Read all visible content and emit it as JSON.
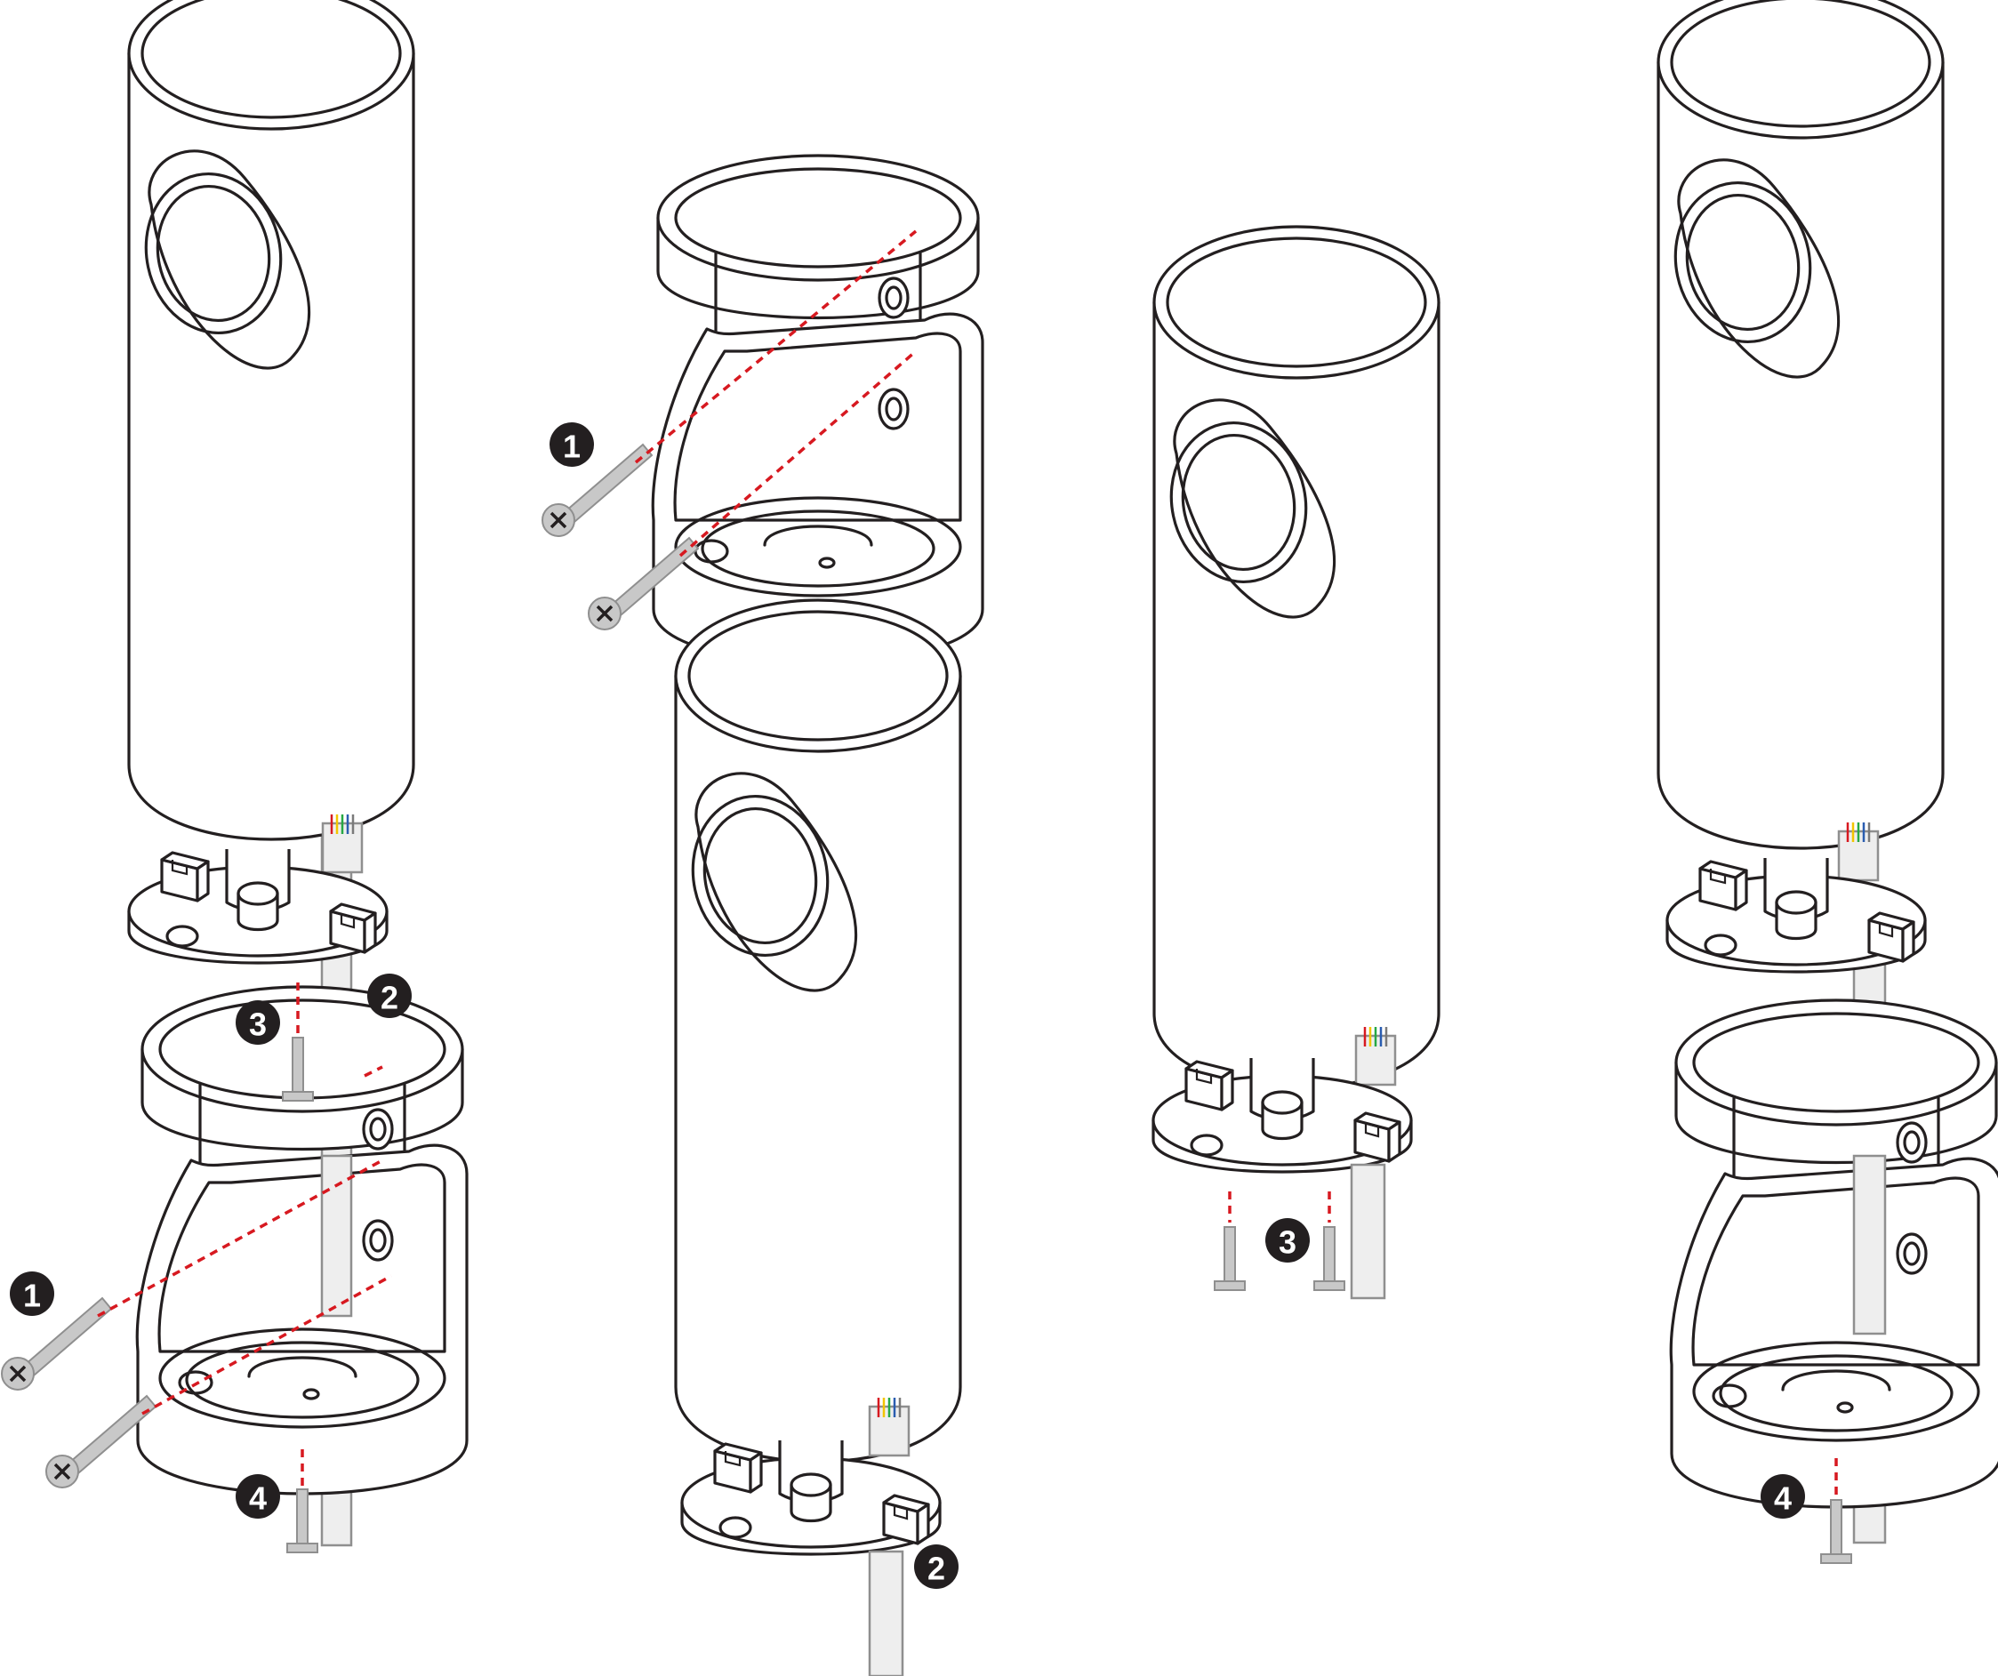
{
  "colors": {
    "outline": "#231f20",
    "guide": "#d71920",
    "screw": "#c8c8c8",
    "cable": "#eeeeee",
    "badge": "#231f20",
    "badge_text": "#ffffff"
  },
  "figures": [
    {
      "id": "fig1",
      "step_labels": [
        "1",
        "2",
        "3",
        "4"
      ]
    },
    {
      "id": "fig2",
      "step_labels": [
        "1",
        "2"
      ]
    },
    {
      "id": "fig3",
      "step_labels": [
        "3"
      ]
    },
    {
      "id": "fig4",
      "step_labels": [
        "4"
      ]
    }
  ],
  "icons": [
    "camera-body",
    "mounting-bracket",
    "base-plate",
    "screw",
    "cable",
    "step-badge"
  ]
}
